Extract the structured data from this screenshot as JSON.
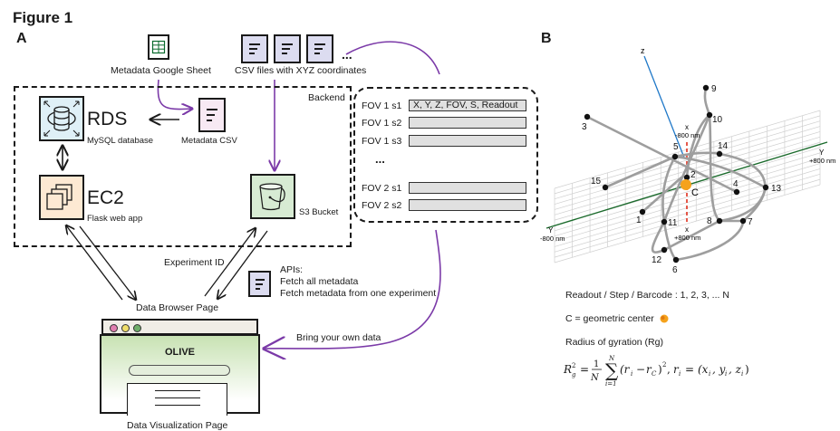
{
  "figure_title": "Figure 1",
  "panel_a": {
    "label": "A",
    "sources": {
      "google_sheet": {
        "label": "Metadata Google Sheet",
        "icon": "spreadsheet-icon",
        "color": "#0b6b2e"
      },
      "csv_files": {
        "label": "CSV files with XYZ coordinates",
        "icon": "document-icon",
        "ellipsis": "..."
      }
    },
    "backend": {
      "label": "Backend",
      "rds": {
        "title": "RDS",
        "subtitle": "MySQL database",
        "icon": "database-icon",
        "color": "#dff0f7"
      },
      "metadata_csv": {
        "label": "Metadata CSV",
        "icon": "document-icon",
        "color": "#f7e9f3"
      },
      "ec2": {
        "title": "EC2",
        "subtitle": "Flask web app",
        "icon": "instances-icon",
        "color": "#fde9d3"
      },
      "s3": {
        "label": "S3 Bucket",
        "icon": "bucket-icon",
        "color": "#d7ebd3"
      }
    },
    "fov_table": {
      "rows": [
        {
          "name": "FOV 1 s1",
          "value": "X, Y, Z, FOV, S, Readout"
        },
        {
          "name": "FOV 1 s2",
          "value": ""
        },
        {
          "name": "FOV 1 s3",
          "value": ""
        },
        {
          "name": "FOV 2 s1",
          "value": ""
        },
        {
          "name": "FOV 2 s2",
          "value": ""
        }
      ],
      "ellipsis": "..."
    },
    "experiment_id_label": "Experiment ID",
    "apis": {
      "title": "APIs:",
      "items": [
        "Fetch all metadata",
        "Fetch metadata from one experiment"
      ]
    },
    "data_browser_label": "Data Browser Page",
    "browser_app_title": "OLIVE",
    "browser_dots": [
      "#e17fb0",
      "#f0de6a",
      "#6fae6a"
    ],
    "bring_own_data_label": "Bring your own data",
    "data_visualization_label": "Data Visualization Page",
    "flow_color": "#7b3aa8"
  },
  "panel_b": {
    "label": "B",
    "axes": {
      "z_label": "z",
      "x_top": {
        "axis": "x",
        "value": "-800 nm"
      },
      "x_bottom": {
        "axis": "x",
        "value": "+800 nm"
      },
      "y_left": {
        "axis": "Y",
        "value": "-800 nm"
      },
      "y_right": {
        "axis": "Y",
        "value": "+800 nm"
      },
      "z_color": "#1f78c8",
      "x_color": "#e0301e",
      "y_color": "#1b6b2c"
    },
    "points": [
      {
        "id": "1"
      },
      {
        "id": "2"
      },
      {
        "id": "3"
      },
      {
        "id": "4"
      },
      {
        "id": "5"
      },
      {
        "id": "6"
      },
      {
        "id": "7"
      },
      {
        "id": "8"
      },
      {
        "id": "9"
      },
      {
        "id": "10"
      },
      {
        "id": "11"
      },
      {
        "id": "12"
      },
      {
        "id": "13"
      },
      {
        "id": "14"
      },
      {
        "id": "15"
      }
    ],
    "center_label": "C",
    "center_color": "#f5a21b",
    "legend": {
      "readout": "Readout / Step / Barcode : 1, 2, 3, ... N",
      "center": "C = geometric center",
      "rg_title": "Radius of gyration (Rg)"
    }
  }
}
